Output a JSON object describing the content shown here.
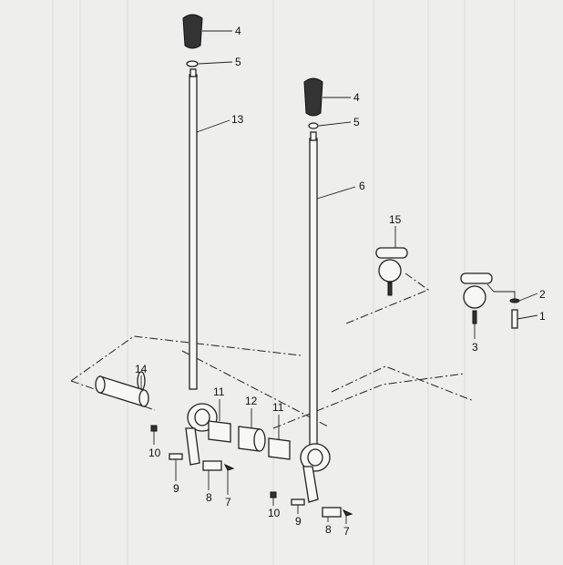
{
  "diagram": {
    "type": "exploded-parts-view",
    "callouts": [
      {
        "label": "4"
      },
      {
        "label": "5"
      },
      {
        "label": "13"
      },
      {
        "label": "4"
      },
      {
        "label": "5"
      },
      {
        "label": "6"
      },
      {
        "label": "15"
      },
      {
        "label": "2"
      },
      {
        "label": "1"
      },
      {
        "label": "3"
      },
      {
        "label": "14"
      },
      {
        "label": "11"
      },
      {
        "label": "12"
      },
      {
        "label": "11"
      },
      {
        "label": "10"
      },
      {
        "label": "9"
      },
      {
        "label": "8"
      },
      {
        "label": "7"
      },
      {
        "label": "10"
      },
      {
        "label": "9"
      },
      {
        "label": "8"
      },
      {
        "label": "7"
      }
    ]
  }
}
